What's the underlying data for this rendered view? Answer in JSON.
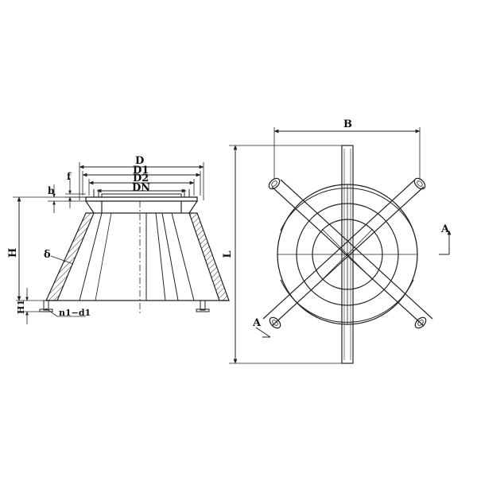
{
  "side_view": {
    "labels": {
      "D": "D",
      "D1": "D1",
      "D2": "D2",
      "DN": "DN",
      "f": "f",
      "b": "b",
      "H": "H",
      "H1": "H1",
      "delta": "δ",
      "n1_d1": "n1−d1"
    }
  },
  "top_view": {
    "labels": {
      "B": "B",
      "L": "L",
      "A_left": "A",
      "A_right": "A"
    }
  }
}
